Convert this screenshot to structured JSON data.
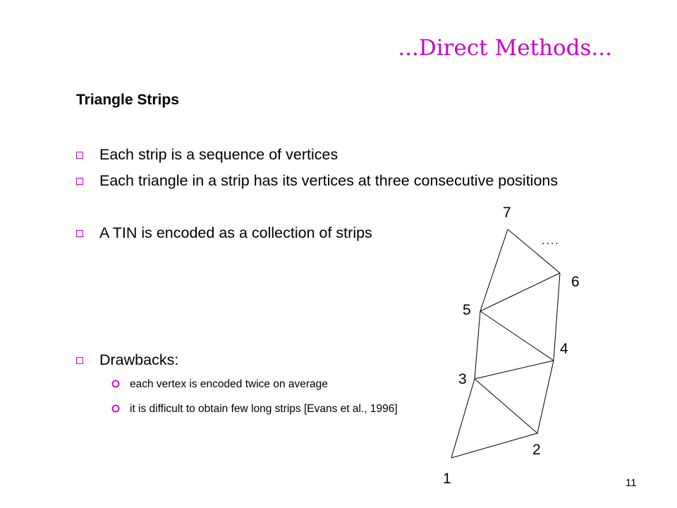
{
  "slide": {
    "title": "...Direct Methods...",
    "subtitle": "Triangle Strips",
    "bullets": [
      "Each strip is a sequence of vertices",
      "Each triangle in a strip has its vertices at three consecutive positions",
      "A TIN is encoded as a collection of strips"
    ],
    "drawbacks_label": "Drawbacks:",
    "drawbacks": [
      "each vertex is encoded twice on average",
      "it is difficult to obtain few long strips [Evans et al., 1996]"
    ],
    "page_number": "11"
  },
  "diagram": {
    "vertex_labels": [
      "1",
      "2",
      "3",
      "4",
      "5",
      "6",
      "7"
    ],
    "continuation": "...."
  },
  "colors": {
    "accent": "#cc00cc",
    "text": "#000000"
  }
}
